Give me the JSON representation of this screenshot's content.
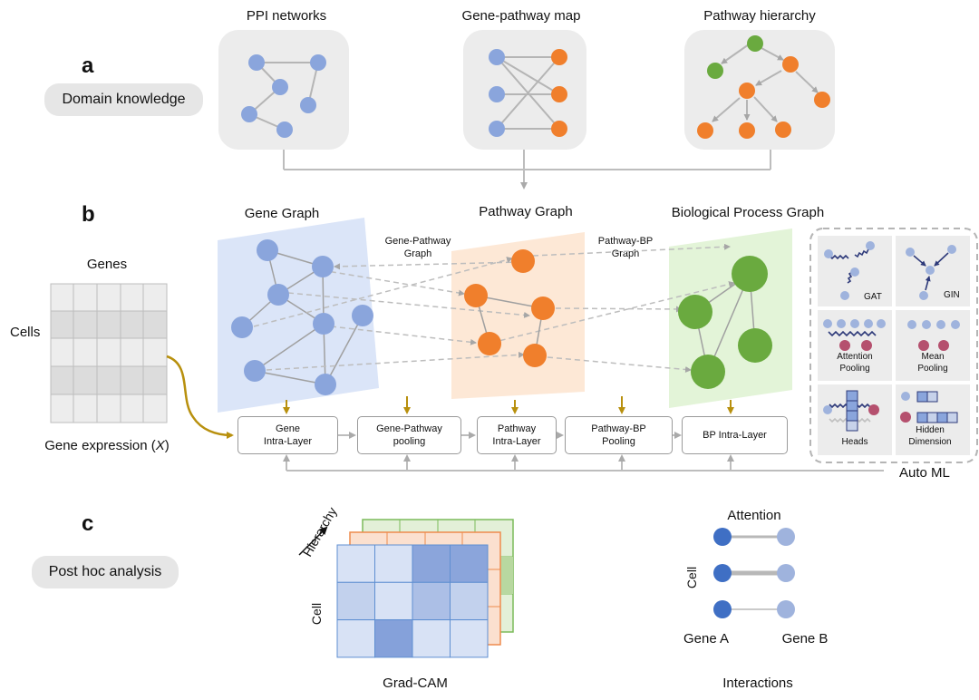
{
  "panels": {
    "a": "a",
    "b": "b",
    "c": "c"
  },
  "section_a": {
    "pill": "Domain knowledge",
    "titles": {
      "ppi": "PPI networks",
      "gene_pathway": "Gene-pathway map",
      "hierarchy": "Pathway hierarchy"
    }
  },
  "section_b": {
    "genes_label": "Genes",
    "cells_label": "Cells",
    "matrix_caption_prefix": "Gene expression (",
    "matrix_caption_var": "X",
    "matrix_caption_suffix": ")",
    "graph_titles": {
      "gene": "Gene Graph",
      "pathway": "Pathway Graph",
      "bp": "Biological Process Graph"
    },
    "edge_labels": {
      "gene_pathway": [
        "Gene-Pathway",
        "Graph"
      ],
      "pathway_bp": [
        "Pathway-BP",
        "Graph"
      ]
    },
    "layers": [
      [
        "Gene",
        "Intra-Layer"
      ],
      [
        "Gene-Pathway",
        "pooling"
      ],
      [
        "Pathway",
        "Intra-Layer"
      ],
      [
        "Pathway-BP",
        "Pooling"
      ],
      [
        "BP Intra-Layer"
      ]
    ],
    "automl": {
      "label": "Auto ML",
      "cells": [
        "GAT",
        "GIN",
        "Attention Pooling",
        "Mean Pooling",
        "Heads",
        "Hidden Dimension"
      ],
      "cell_lines": [
        [
          "GAT"
        ],
        [
          "GIN"
        ],
        [
          "Attention",
          "Pooling"
        ],
        [
          "Mean",
          "Pooling"
        ],
        [
          "Heads"
        ],
        [
          "Hidden",
          "Dimension"
        ]
      ]
    }
  },
  "section_c": {
    "pill": "Post hoc analysis",
    "gradcam": {
      "hierarchy_label": "Hierarchy",
      "cell_label": "Cell",
      "caption": "Grad-CAM",
      "grid_shades": [
        [
          0.15,
          0.15,
          0.85,
          0.85
        ],
        [
          0.35,
          0.15,
          0.55,
          0.35
        ],
        [
          0.15,
          0.9,
          0.15,
          0.15
        ]
      ]
    },
    "interactions": {
      "title": "Attention",
      "cell_label": "Cell",
      "gene_a": "Gene  A",
      "gene_b": "Gene B",
      "caption": "Interactions",
      "attention_weights": [
        0.5,
        1.0,
        0.15
      ]
    }
  },
  "colors": {
    "blue_node": "#8aa5dc",
    "orange_node": "#f07f2c",
    "green_node": "#6aaa3f",
    "arrow_gold": "#b8900e",
    "edge_gray": "#b4b4b4"
  }
}
